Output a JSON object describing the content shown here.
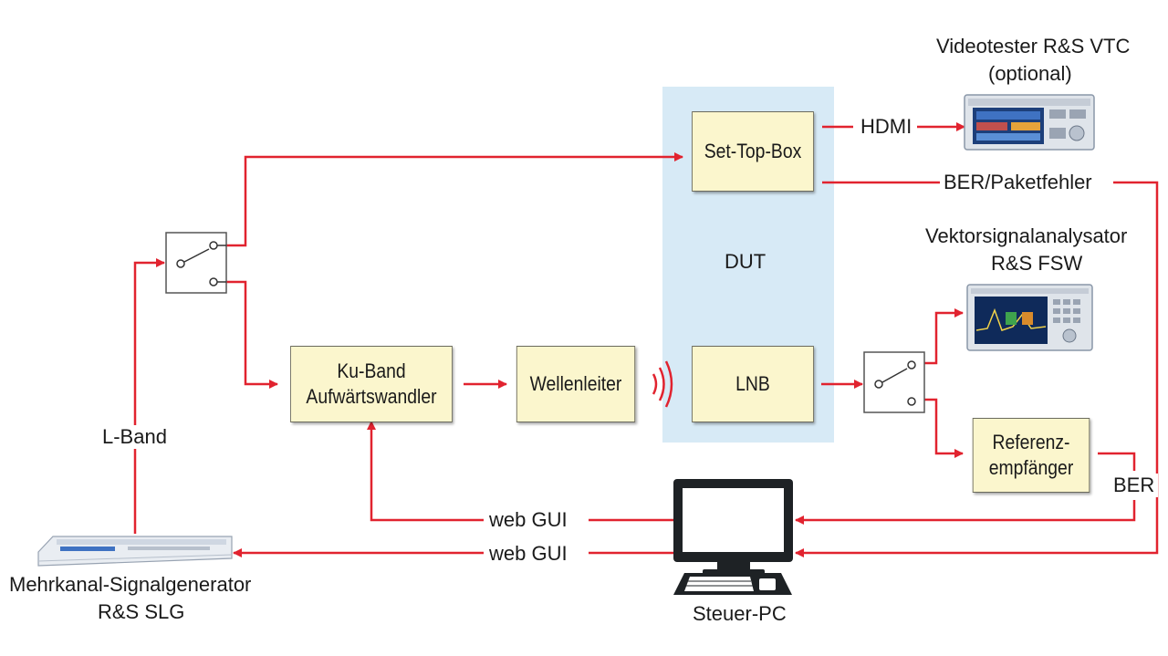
{
  "diagram": {
    "dut_label": "DUT",
    "boxes": {
      "settop": "Set-Top-Box",
      "upconverter_line1": "Ku-Band",
      "upconverter_line2": "Aufwärtswandler",
      "waveguide": "Wellenleiter",
      "lnb": "LNB",
      "ref_line1": "Referenz-",
      "ref_line2": "empfänger"
    },
    "devices": {
      "videotester_line1": "Videotester R&S VTC",
      "videotester_line2": "(optional)",
      "vsa_line1": "Vektorsignalanalysator",
      "vsa_line2": "R&S FSW",
      "siggen_line1": "Mehrkanal-Signalgenerator",
      "siggen_line2": "R&S SLG",
      "pc": "Steuer-PC"
    },
    "links": {
      "hdmi": "HDMI",
      "ber_packet": "BER/Paketfehler",
      "lband": "L-Band",
      "ber": "BER",
      "webgui_top": "web GUI",
      "webgui_bottom": "web GUI"
    },
    "colors": {
      "line": "#e1232f",
      "box_fill": "#fbf6cd",
      "dut_zone": "#d7eaf6"
    }
  }
}
